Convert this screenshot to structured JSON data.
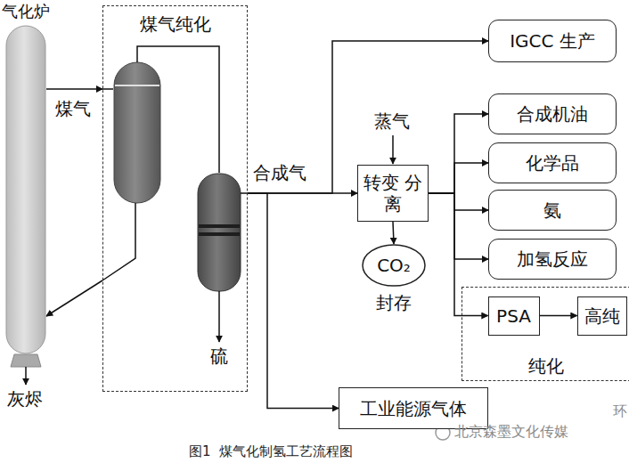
{
  "diagram": {
    "caption": "图1  煤气化制氢工艺流程图",
    "nodes": [
      {
        "text": [
          "气化炉"
        ]
      },
      {
        "text": [
          "煤气纯化"
        ]
      },
      {
        "text": [
          "IGCC 生产"
        ]
      },
      {
        "text": [
          "转变 分离"
        ]
      },
      {
        "text": [
          "CO₂",
          "封存"
        ]
      },
      {
        "text": [
          "合成机油"
        ]
      },
      {
        "text": [
          "化学品"
        ]
      },
      {
        "text": [
          "氨"
        ]
      },
      {
        "text": [
          "加氢反应"
        ]
      },
      {
        "text": [
          "纯化"
        ]
      },
      {
        "text": [
          "PSA"
        ],
        "in": 9
      },
      {
        "text": [
          "高纯"
        ],
        "in": 9
      },
      {
        "text": [
          "工业能源气体"
        ]
      }
    ],
    "edges": [
      {
        "from": 0,
        "to": 1,
        "arrow": "to",
        "label": "煤气"
      },
      {
        "from": 1,
        "to": 0,
        "arrow": "to"
      },
      {
        "from": 1,
        "to": 2,
        "arrow": "to"
      },
      {
        "from": 1,
        "to": 3,
        "arrow": "to"
      },
      {
        "from": 1,
        "to": 12,
        "arrow": "to"
      },
      {
        "from": 3,
        "to": 4,
        "arrow": "to"
      },
      {
        "from": 3,
        "to": 5,
        "arrow": "to"
      },
      {
        "from": 3,
        "to": 6,
        "arrow": "to"
      },
      {
        "from": 3,
        "to": 7,
        "arrow": "to"
      },
      {
        "from": 3,
        "to": 8,
        "arrow": "to"
      },
      {
        "from": 3,
        "to": 10,
        "arrow": "to"
      },
      {
        "from": 10,
        "to": 11,
        "arrow": "to"
      }
    ],
    "labels": [
      "灰烬",
      "硫",
      "合成气",
      "蒸气",
      "北京森墨文化传媒",
      "环"
    ]
  }
}
